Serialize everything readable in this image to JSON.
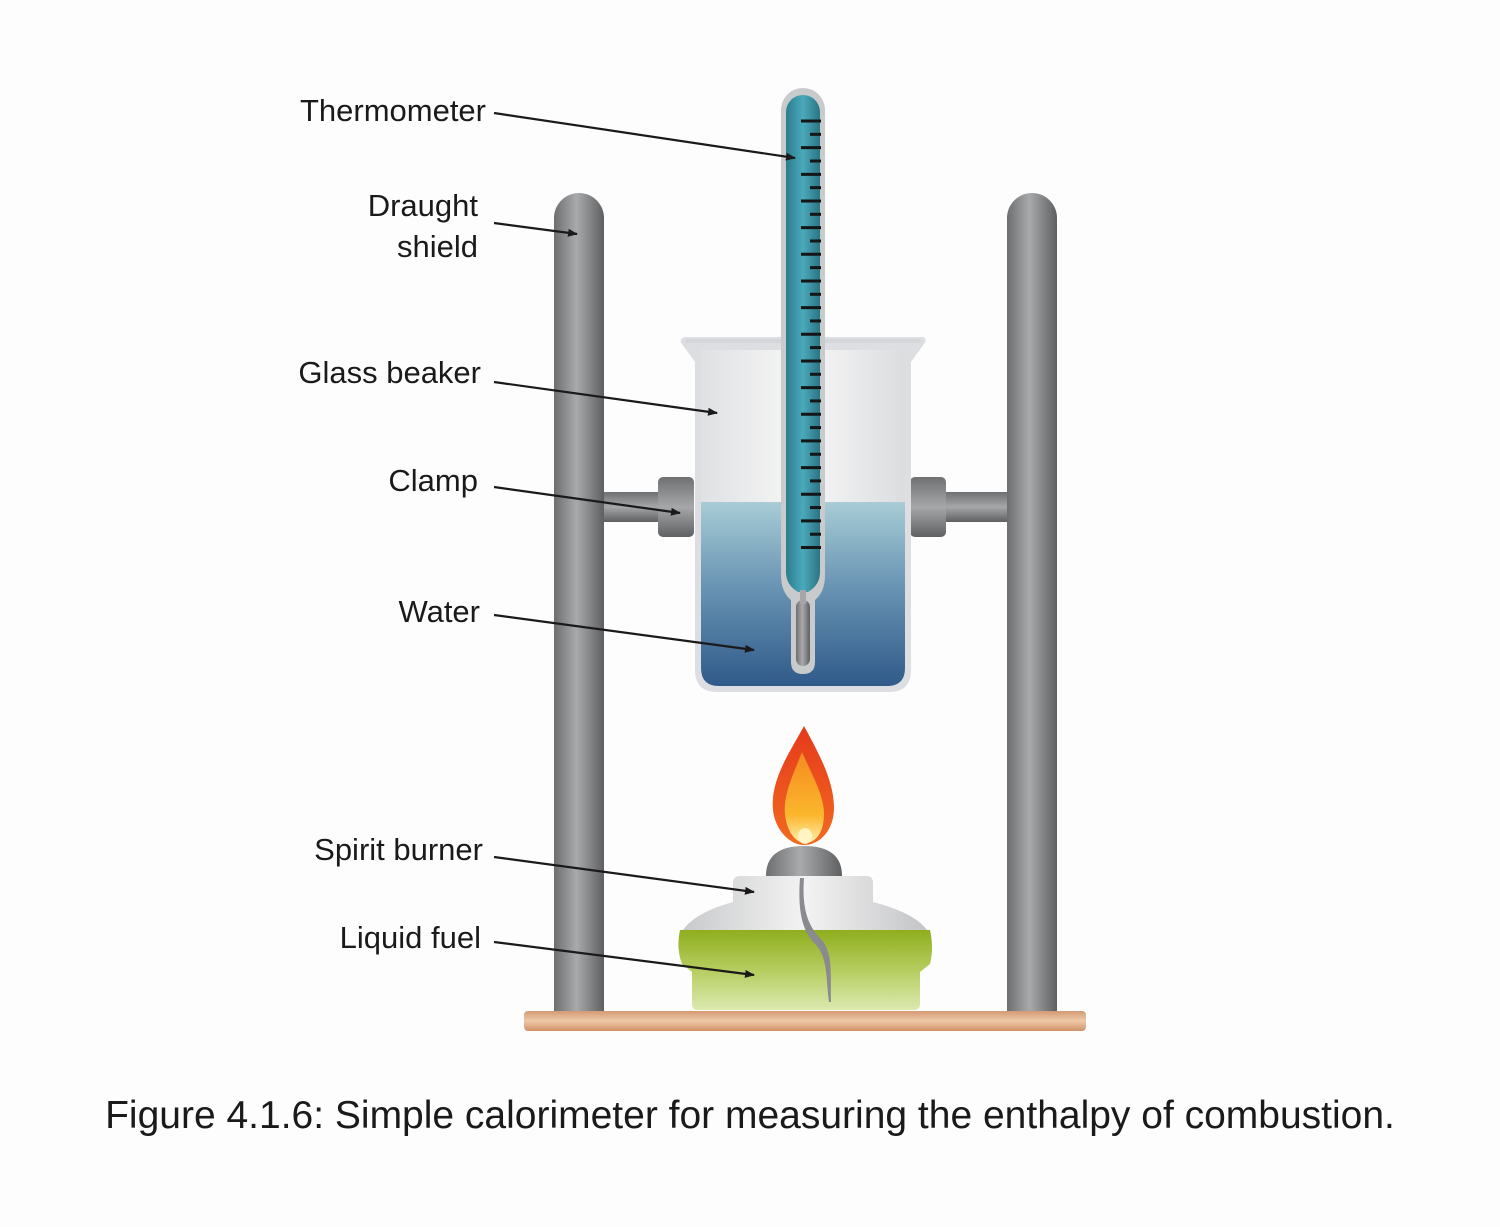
{
  "figure": {
    "caption": "Figure 4.1.6: Simple calorimeter for measuring the enthalpy of combustion."
  },
  "labels": {
    "thermometer": "Thermometer",
    "draught_shield_line1": "Draught",
    "draught_shield_line2": "shield",
    "glass_beaker": "Glass beaker",
    "clamp": "Clamp",
    "water": "Water",
    "spirit_burner": "Spirit burner",
    "liquid_fuel": "Liquid fuel"
  },
  "colors": {
    "thermometer_liquid": "#3a9aab",
    "water_top": "#a8cdd6",
    "water_bottom": "#2f5a8a",
    "fuel_top": "#8fae1e",
    "fuel_bottom": "#dbe9b0",
    "stand_metal": "#8a8b8d",
    "base_plank": "#d9a27e",
    "flame_outer": "#e2381b",
    "flame_inner": "#f9a825"
  }
}
